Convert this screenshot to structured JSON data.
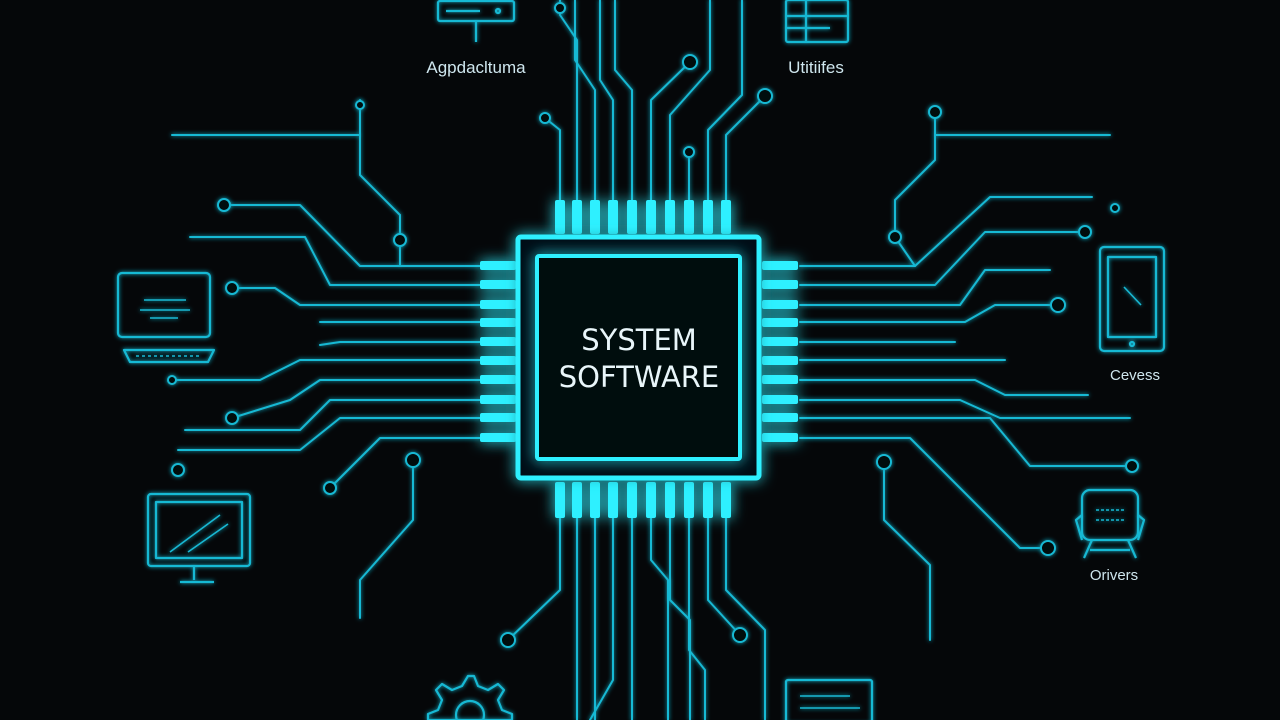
{
  "colors": {
    "background": "#050709",
    "trace": "#19b9d4",
    "glow": "#2ff0ff",
    "chip_fill": "#061014",
    "label_text": "#cfe6ee"
  },
  "chip": {
    "title_line1": "SYSTEM",
    "title_line2": "SOFTWARE"
  },
  "labels": {
    "top_left": "Agpdacltuma",
    "top_right": "Utitiifes",
    "right_mid": "Cevess",
    "right_low": "Orivers"
  },
  "icons": [
    "server-icon",
    "ui-panel-icon",
    "laptop-icon",
    "monitor-icon",
    "tablet-icon",
    "printer-icon",
    "gear-icon",
    "document-icon"
  ]
}
